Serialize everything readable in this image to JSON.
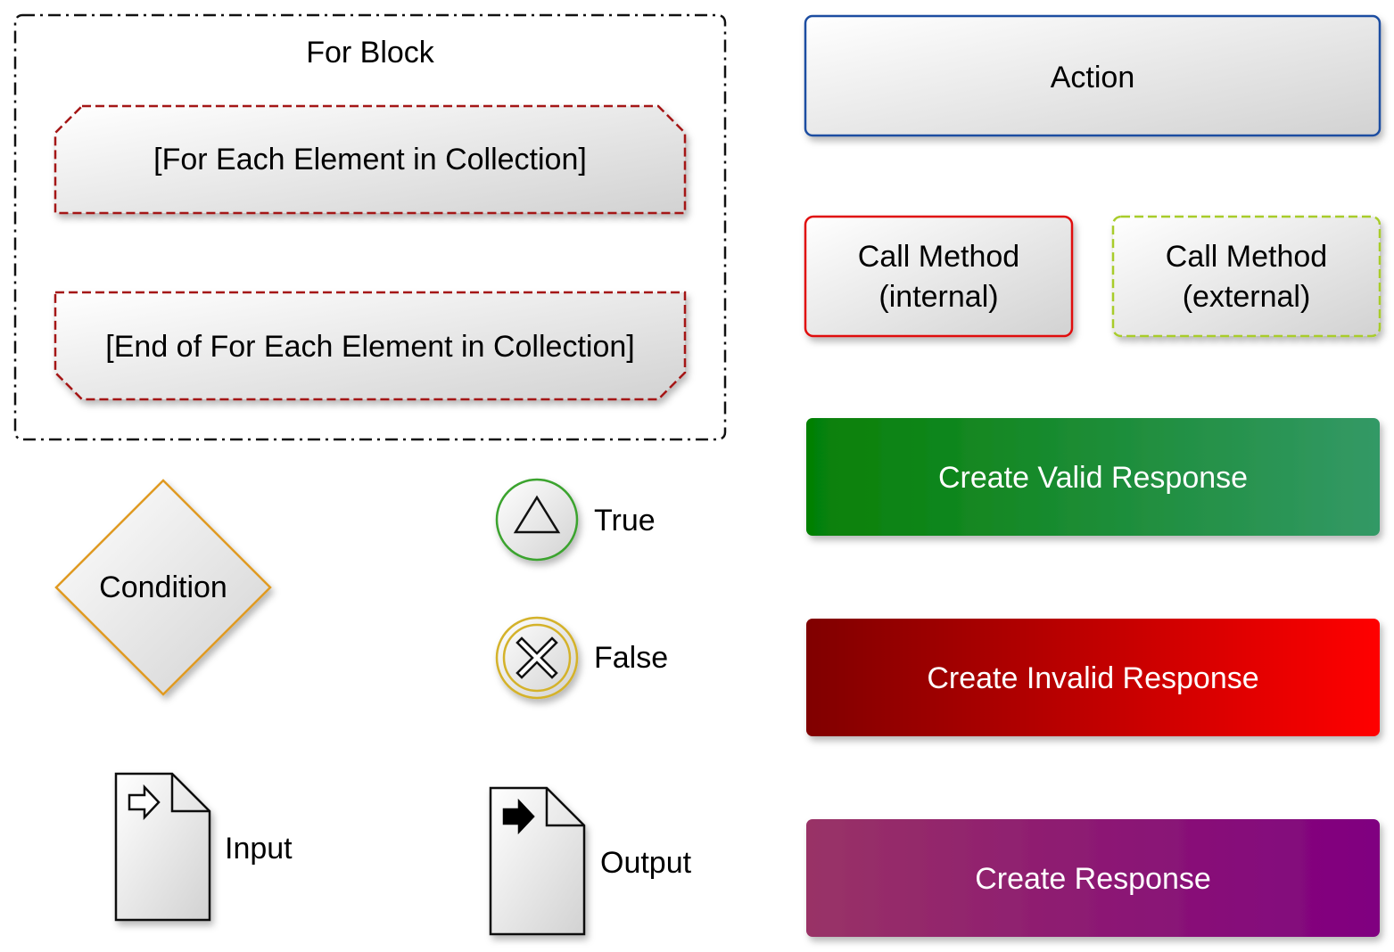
{
  "legend": {
    "for_block": {
      "title": "For Block",
      "start_label": "[For Each Element in Collection]",
      "end_label": "[End of For Each Element in Collection]"
    },
    "action": {
      "label": "Action"
    },
    "call_internal": {
      "line1": "Call Method",
      "line2": "(internal)"
    },
    "call_external": {
      "line1": "Call Method",
      "line2": "(external)"
    },
    "valid_response": {
      "label": "Create Valid Response"
    },
    "invalid_response": {
      "label": "Create Invalid Response"
    },
    "create_response": {
      "label": "Create Response"
    },
    "condition": {
      "label": "Condition"
    },
    "true_event": {
      "label": "True"
    },
    "false_event": {
      "label": "False"
    },
    "input": {
      "label": "Input"
    },
    "output": {
      "label": "Output"
    }
  },
  "colors": {
    "for_block_border": "#111111",
    "loop_border": "#a41313",
    "action_border": "#1f4ea1",
    "internal_border": "#e01010",
    "external_border": "#a8cc2c",
    "condition_border": "#e09a20",
    "true_border": "#3aa32e",
    "false_border": "#d4b22a",
    "valid_gradient": [
      "#058005",
      "#339966"
    ],
    "invalid_gradient": [
      "#800000",
      "#ff0000"
    ],
    "response_gradient": [
      "#993366",
      "#800080"
    ]
  },
  "icons": {
    "true_event": "triangle-icon",
    "false_event": "x-cross-icon",
    "input": "input-document-icon",
    "output": "output-document-icon"
  }
}
